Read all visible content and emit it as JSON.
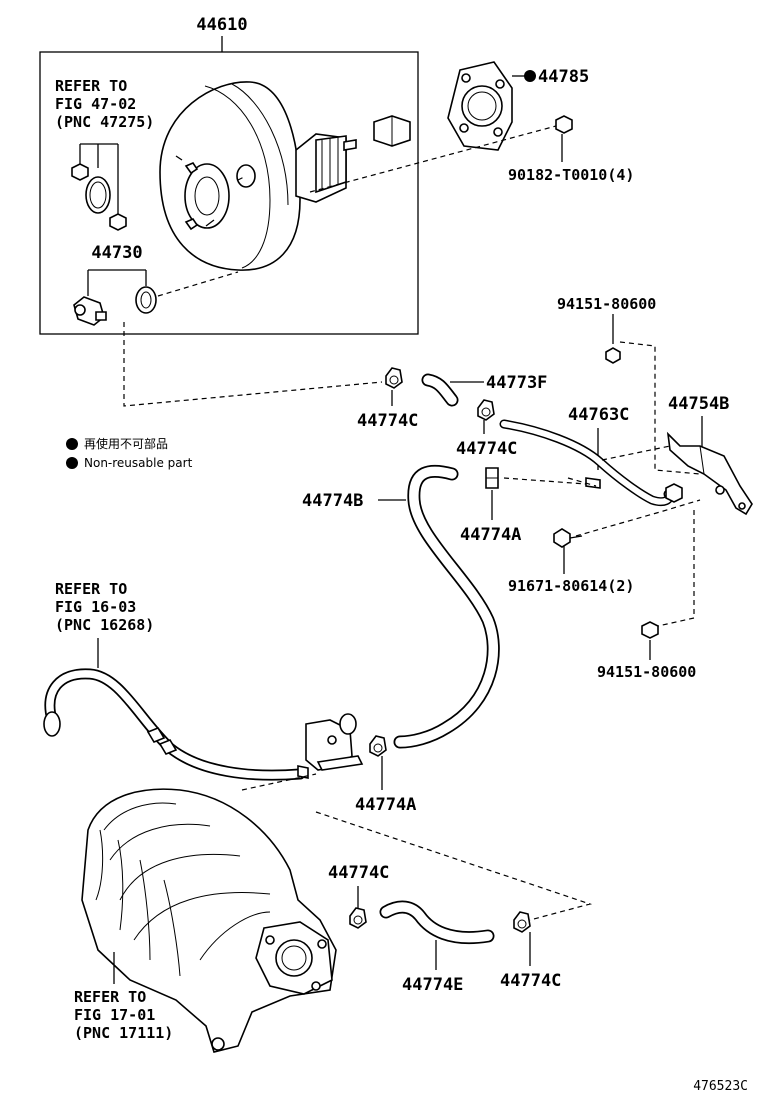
{
  "labels": {
    "p44610": "44610",
    "refer1": [
      "REFER TO",
      "FIG 47-02",
      "(PNC 47275)"
    ],
    "p44730": "44730",
    "p44785": "44785",
    "p90182": "90182-T0010(4)",
    "p94151a": "94151-80600",
    "p44773F": "44773F",
    "p44774C_1": "44774C",
    "p44774C_2": "44774C",
    "p44763C": "44763C",
    "p44754B": "44754B",
    "p44774B": "44774B",
    "p44774A_1": "44774A",
    "p91671": "91671-80614(2)",
    "p94151b": "94151-80600",
    "refer2": [
      "REFER TO",
      "FIG 16-03",
      "(PNC 16268)"
    ],
    "p44774A_2": "44774A",
    "p44774C_3": "44774C",
    "p44774E": "44774E",
    "p44774C_4": "44774C",
    "refer3": [
      "REFER TO",
      "FIG 17-01",
      "(PNC 17111)"
    ]
  },
  "legend": {
    "jp": "再使用不可部品",
    "en": "Non-reusable part"
  },
  "code": "476523C"
}
